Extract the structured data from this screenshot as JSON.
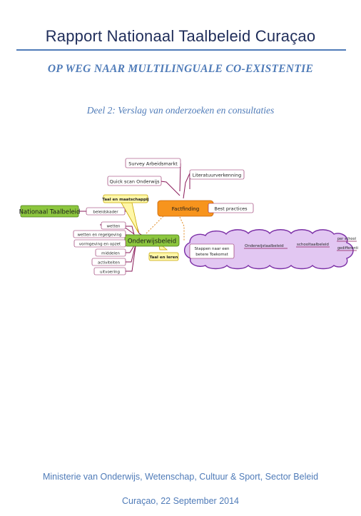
{
  "document": {
    "title": "Rapport Nationaal Taalbeleid Curaçao",
    "subtitle": "OP WEG NAAR MULTILINGUALE CO-EXISTENTIE",
    "part": "Deel 2: Verslag van onderzoeken en consultaties",
    "ministry": "Ministerie van Onderwijs, Wetenschap, Cultuur & Sport, Sector Beleid",
    "date": "Curaçao, 22 September 2014"
  },
  "mindmap": {
    "nationaal": "Nationaal Taalbeleid",
    "beleidskader": "beleidskader",
    "taal_maatschappij": "Taal en maatschappij",
    "onderwijsbeleid": "Onderwijsbeleid",
    "taal_leren": "Taal en leren",
    "factfinding": "Factfinding",
    "survey": "Survey Arbeidsmarkt",
    "quickscan": "Quick scan Onderwijs",
    "literatuur": "Literatuurverkenning",
    "best_practices": "Best practices",
    "branches": [
      "wetten",
      "wetten en regelgeving",
      "vormgeving en opzet",
      "middelen",
      "activiteiten",
      "uitvoering"
    ],
    "stappen_1": "Stappen naar een",
    "stappen_2": "betere Toekomst",
    "onderwijstaalbeleid": "Onderwijstaalbeleid",
    "schooltaalbeleid": "schooltaalbeleid",
    "per_school": "per school",
    "gedifferentieerd": "gedifferentieerd"
  }
}
